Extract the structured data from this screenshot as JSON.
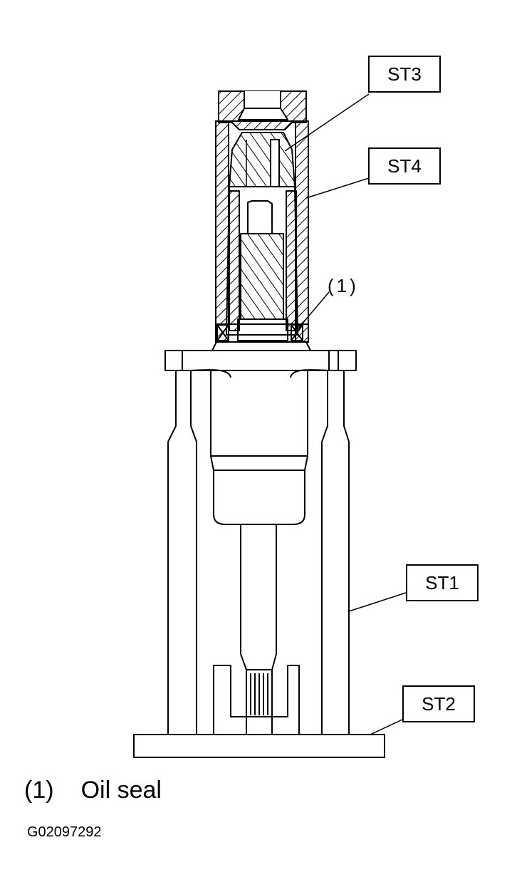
{
  "callouts": {
    "st3": "ST3",
    "st4": "ST4",
    "st1": "ST1",
    "st2": "ST2",
    "part1": "(1)"
  },
  "legend": {
    "number": "(1)",
    "text": "Oil seal"
  },
  "figure_id": "G02097292"
}
